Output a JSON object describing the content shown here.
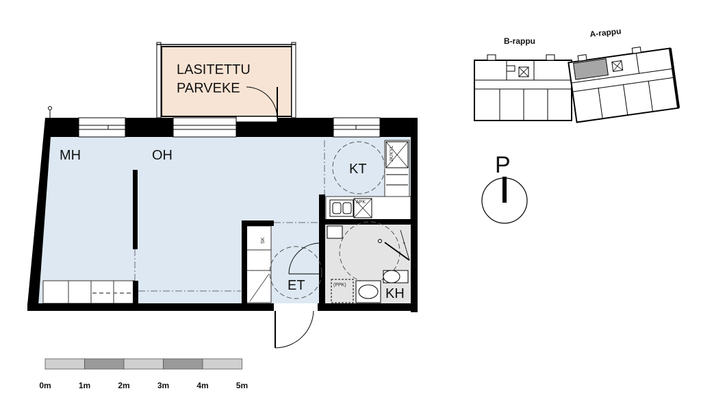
{
  "rooms": {
    "mh": "MH",
    "oh": "OH",
    "kt": "KT",
    "et": "ET",
    "kh": "KH"
  },
  "balcony": {
    "line1": "LASITETTU",
    "line2": "PARVEKE"
  },
  "fixtures": {
    "sk": "SK",
    "apk": "APK",
    "jk_kyl": "JK/KYL",
    "ppk": "(PPK)"
  },
  "keyplan": {
    "b_rappu": "B-rappu",
    "a_rappu": "A-rappu"
  },
  "north": {
    "letter": "P"
  },
  "scale_bar": {
    "labels": [
      "0m",
      "1m",
      "2m",
      "3m",
      "4m",
      "5m"
    ],
    "colors": [
      "#d0d0d0",
      "#9a9a9a",
      "#d0d0d0",
      "#9a9a9a",
      "#d0d0d0"
    ]
  },
  "colors": {
    "floor": "#dde8f2",
    "wet_room": "#e4e4e4",
    "balcony": "#f8e4d4",
    "wall": "#000000",
    "highlight": "#a6a6a6"
  }
}
